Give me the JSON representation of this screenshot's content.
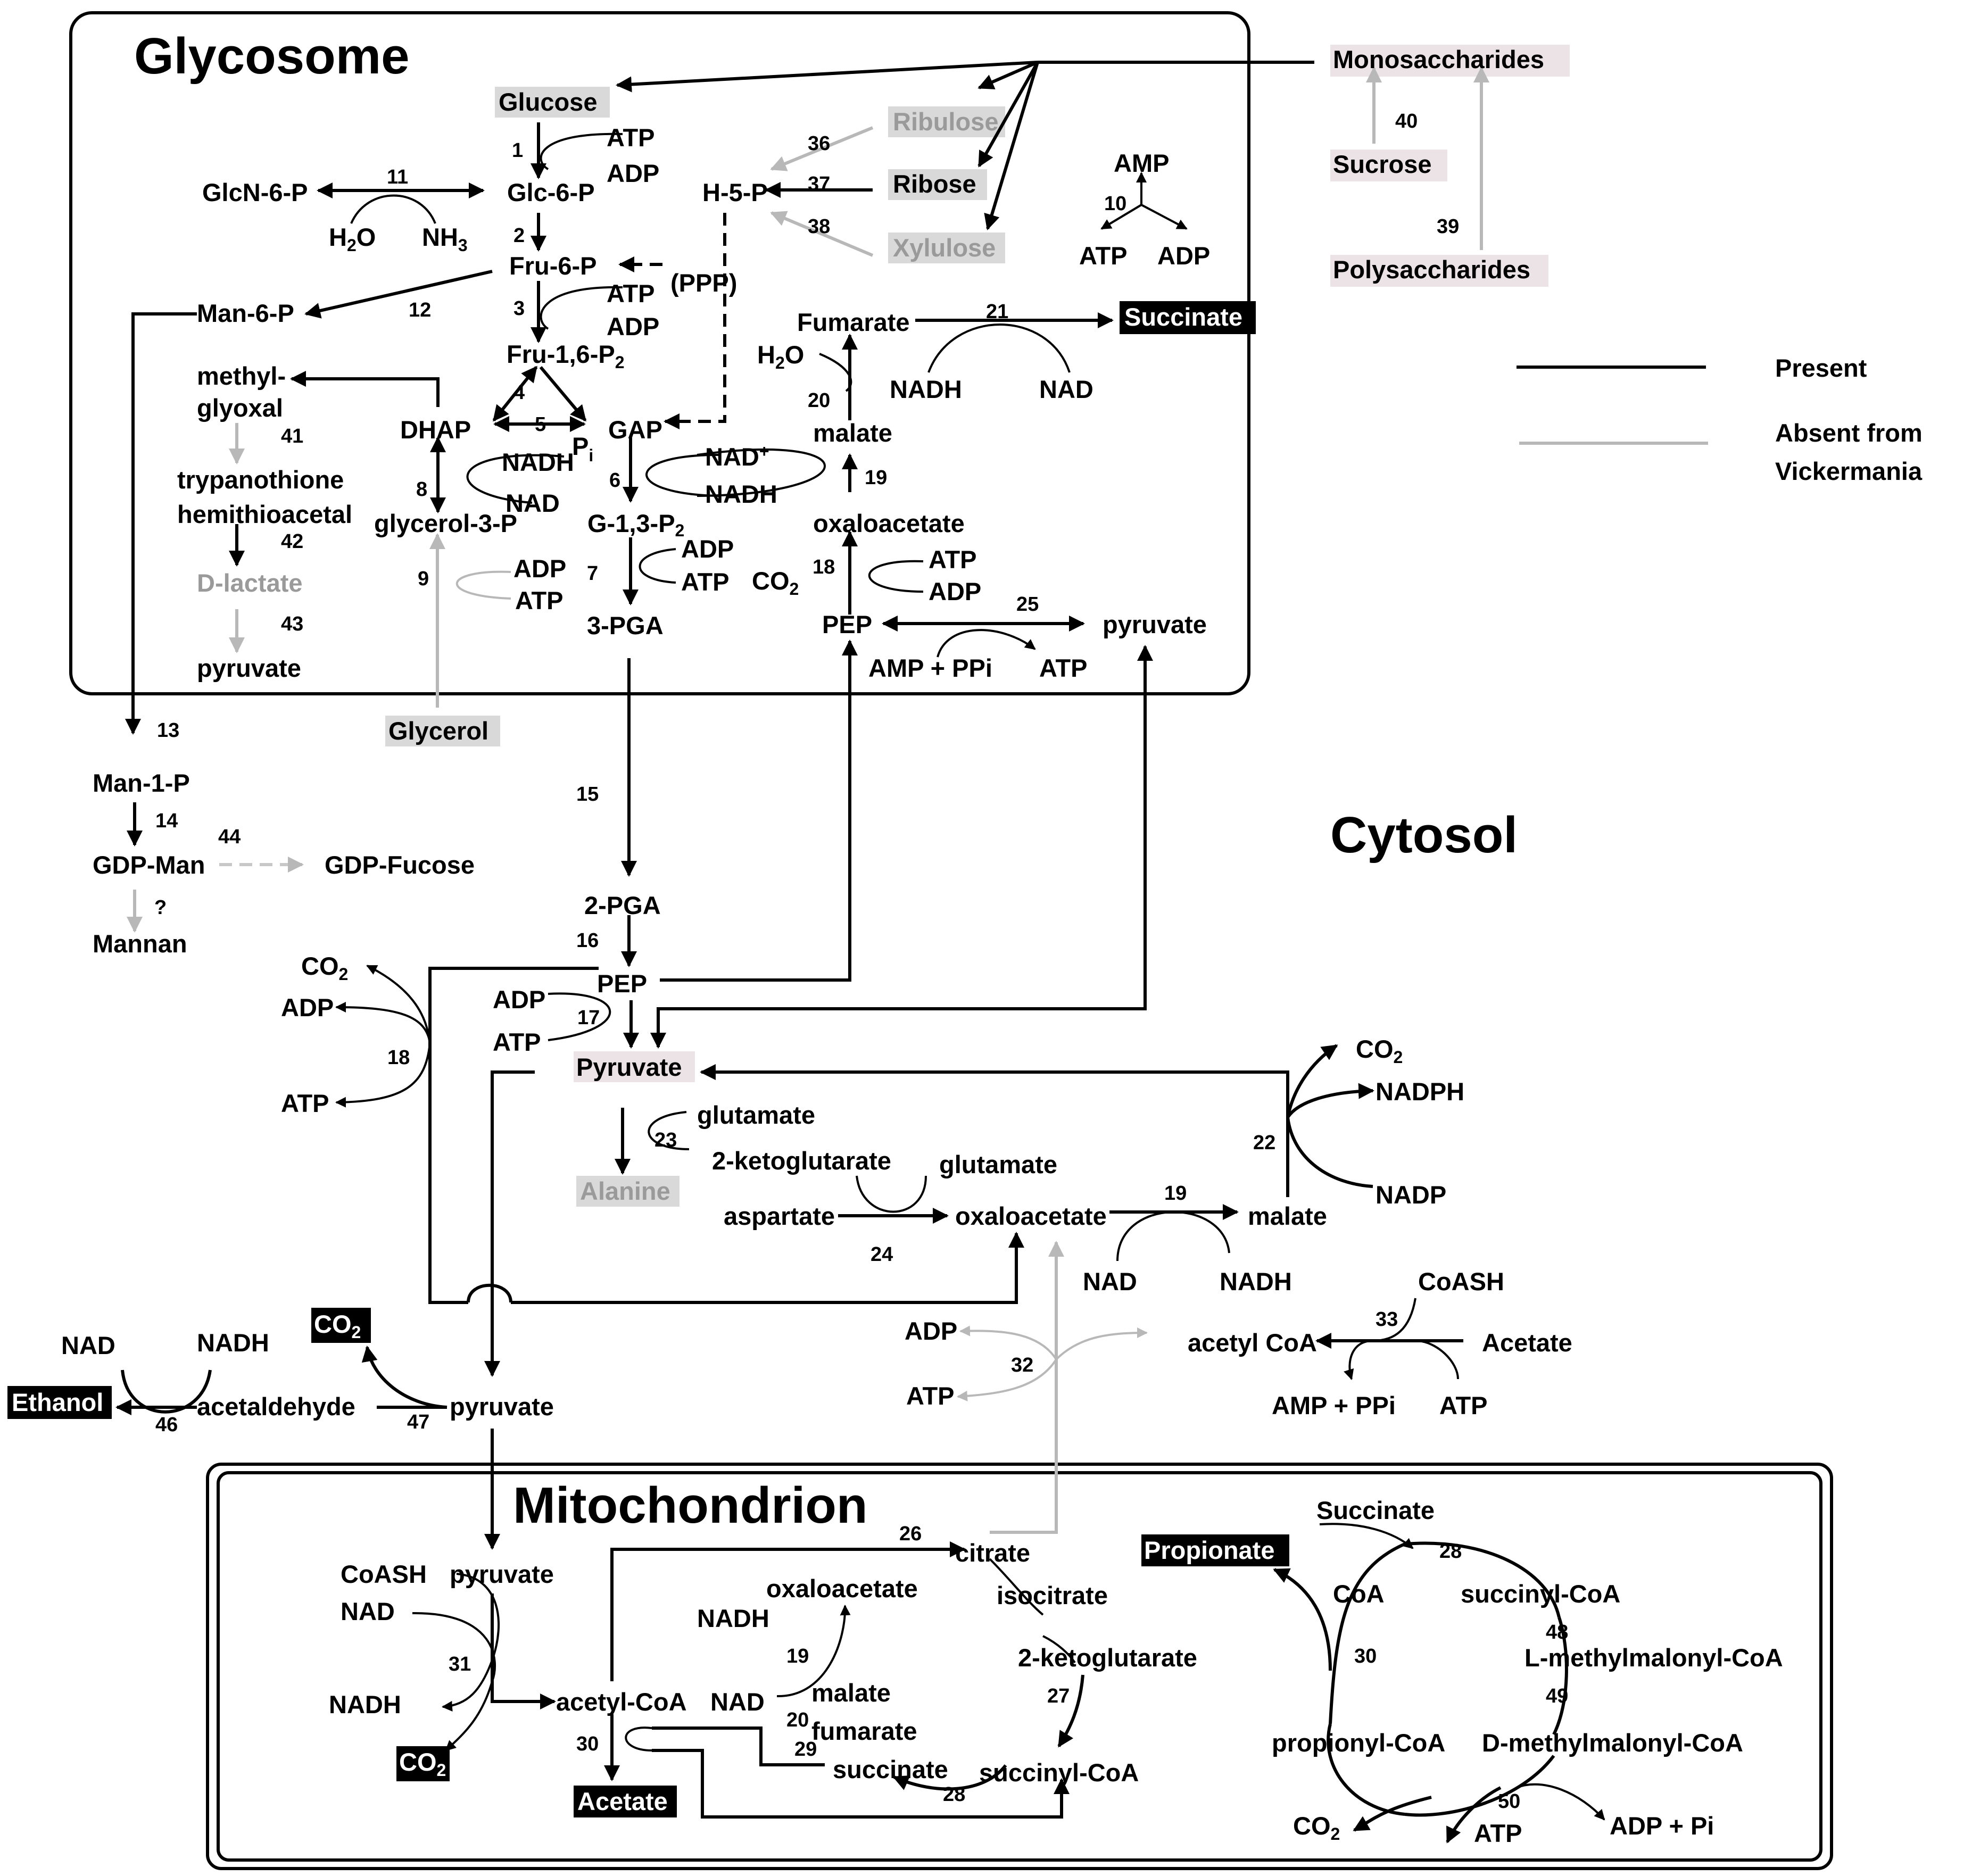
{
  "compartments": {
    "glycosome": "Glycosome",
    "cytosol": "Cytosol",
    "mitochondrion": "Mitochondrion"
  },
  "legend": {
    "present": "Present",
    "absent_line1": "Absent from",
    "absent_line2": "Vickermania"
  },
  "colors": {
    "present": "#000000",
    "absent": "#b8b8b8",
    "substrate_highlight": "#d9d9d9",
    "external_substrate": "#ebe3e6",
    "end_product": "#000000"
  },
  "metabolites": {
    "glucose": "Glucose",
    "monosaccharides": "Monosaccharides",
    "sucrose": "Sucrose",
    "polysaccharides": "Polysaccharides",
    "ribulose": "Ribulose",
    "ribose": "Ribose",
    "xylulose": "Xylulose",
    "h5p": "H-5-P",
    "glcn6p": "GlcN-6-P",
    "glc6p": "Glc-6-P",
    "h2o_a": "H",
    "h2o_a_sub": "2",
    "h2o_a_tail": "O",
    "nh3": "NH",
    "nh3_sub": "3",
    "fru6p": "Fru-6-P",
    "ppp": "(PPP)",
    "man6p": "Man-6-P",
    "fru16p2": "Fru-1,6-P",
    "fru16p2_sub": "2",
    "methyl": "methyl-",
    "glyoxal": "glyoxal",
    "dhap": "DHAP",
    "gap": "GAP",
    "pi": "P",
    "pi_sub": "i",
    "trypanothione": "trypanothione",
    "hemithioacetal": "hemithioacetal",
    "glycerol3p": "glycerol-3-P",
    "g13p2": "G-1,3-P",
    "g13p2_sub": "2",
    "d_lactate": "D-lactate",
    "pyruvate_gly_left": "pyruvate",
    "pga3": "3-PGA",
    "glycerol": "Glycerol",
    "fumarate_gly": "Fumarate",
    "succinate_gly": "Succinate",
    "h2o_b": "H",
    "h2o_b_sub": "2",
    "h2o_b_tail": "O",
    "malate_gly": "malate",
    "oxaloacetate_gly": "oxaloacetate",
    "co2_gly": "CO",
    "co2_gly_sub": "2",
    "pep_gly": "PEP",
    "pyruvate_gly_right": "pyruvate",
    "amp_ppi_gly": "AMP  + PPi",
    "atp_25": "ATP",
    "amp_10": "AMP",
    "atp_10": "ATP",
    "adp_10": "ADP",
    "nadh_21": "NADH",
    "nad_21": "NAD",
    "man1p": "Man-1-P",
    "gdpman": "GDP-Man",
    "gdpfucose": "GDP-Fucose",
    "mannan": "Mannan",
    "question": "?",
    "pga2": "2-PGA",
    "pep_cyt": "PEP",
    "pyruvate_cyt": "Pyruvate",
    "co2_18": "CO",
    "co2_18_sub": "2",
    "adp_18": "ADP",
    "atp_18": "ATP",
    "adp_17": "ADP",
    "atp_17": "ATP",
    "glutamate_23": "glutamate",
    "ketoglutarate_23": "2-ketoglutarate",
    "glutamate_24": "glutamate",
    "alanine": "Alanine",
    "aspartate": "aspartate",
    "oxaloacetate_cyt": "oxaloacetate",
    "malate_cyt": "malate",
    "nad_19c": "NAD",
    "nadh_19c": "NADH",
    "co2_22": "CO",
    "co2_22_sub": "2",
    "nadph": "NADPH",
    "nadp": "NADP",
    "coash_33": "CoASH",
    "acetylcoa_cyt": "acetyl  CoA",
    "acetate_cyt": "Acetate",
    "amp_ppi_33": "AMP  + PPi",
    "atp_33": "ATP",
    "adp_32": "ADP",
    "atp_32": "ATP",
    "nad_46": "NAD",
    "nadh_46": "NADH",
    "co2_47": "CO",
    "co2_47_sub": "2",
    "ethanol": "Ethanol",
    "acetaldehyde": "acetaldehyde",
    "pyruvate_cyt2": "pyruvate",
    "coash_31": "CoASH",
    "pyruvate_mito": "pyruvate",
    "nad_31": "NAD",
    "nadh_31": "NADH",
    "co2_31": "CO",
    "co2_31_sub": "2",
    "acetylcoa_mito": "acetyl-CoA",
    "acetate_mito": "Acetate",
    "citrate": "citrate",
    "isocitrate": "isocitrate",
    "ketoglutarate_mito": "2-ketoglutarate",
    "succinylcoa_mito": "succinyl-CoA",
    "succinate_mito": "succinate",
    "fumarate_mito": "fumarate",
    "malate_mito": "malate",
    "oxaloacetate_mito": "oxaloacetate",
    "nadh_19m": "NADH",
    "nad_19m": "NAD",
    "propionate": "Propionate",
    "succinate_28": "Succinate",
    "coa_30": "CoA",
    "succinylcoa_48": "succinyl-CoA",
    "lmethylmalonyl": "L-methylmalonyl-CoA",
    "dmethylmalonyl": "D-methylmalonyl-CoA",
    "propionylcoa": "propionyl-CoA",
    "co2_50": "CO",
    "co2_50_sub": "2",
    "atp_50": "ATP",
    "adp_pi_50": "ADP  + Pi",
    "atp_1": "ATP",
    "adp_1": "ADP",
    "atp_3": "ATP",
    "adp_3": "ADP",
    "nadh_8": "NADH",
    "nad_8": "NAD",
    "nad_6": "NAD",
    "nad_6_sup": "+",
    "nadh_6": "NADH",
    "adp_7a": "ADP",
    "atp_7a": "ATP",
    "adp_9": "ADP",
    "atp_9": "ATP",
    "atp_18g": "ATP",
    "adp_18g": "ADP"
  },
  "enzyme_numbers": {
    "e1": "1",
    "e2": "2",
    "e3": "3",
    "e4": "4",
    "e5": "5",
    "e6": "6",
    "e7": "7",
    "e8": "8",
    "e9": "9",
    "e10": "10",
    "e11": "11",
    "e12": "12",
    "e13": "13",
    "e14": "14",
    "e15": "15",
    "e16": "16",
    "e17": "17",
    "e18g": "18",
    "e18c": "18",
    "e19g": "19",
    "e19c": "19",
    "e19m": "19",
    "e20g": "20",
    "e20m": "20",
    "e21": "21",
    "e22": "22",
    "e23": "23",
    "e24": "24",
    "e25": "25",
    "e26": "26",
    "e27": "27",
    "e28m": "28",
    "e28p": "28",
    "e29": "29",
    "e30m": "30",
    "e30p": "30",
    "e31": "31",
    "e32": "32",
    "e33": "33",
    "e36": "36",
    "e37": "37",
    "e38": "38",
    "e39": "39",
    "e40": "40",
    "e41": "41",
    "e42": "42",
    "e43": "43",
    "e44": "44",
    "e46": "46",
    "e47": "47",
    "e48": "48",
    "e49": "49",
    "e50": "50"
  }
}
